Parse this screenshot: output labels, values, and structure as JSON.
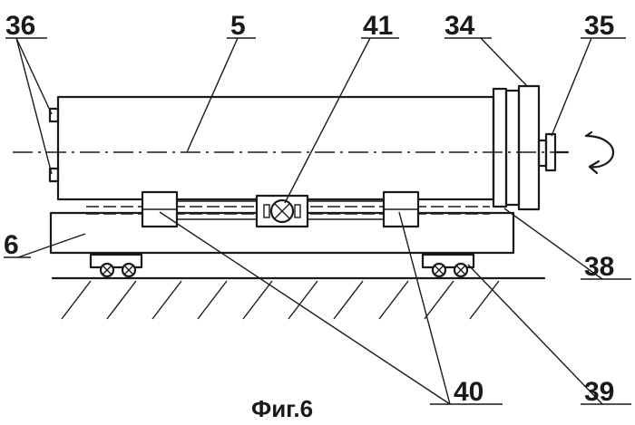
{
  "figure": {
    "caption": "Фиг.6",
    "labels": {
      "l36": "36",
      "l5": "5",
      "l41": "41",
      "l34": "34",
      "l35": "35",
      "l6": "6",
      "l38": "38",
      "l40": "40",
      "l39": "39"
    },
    "line_color": "#1a1a1a",
    "background": "#ffffff"
  }
}
